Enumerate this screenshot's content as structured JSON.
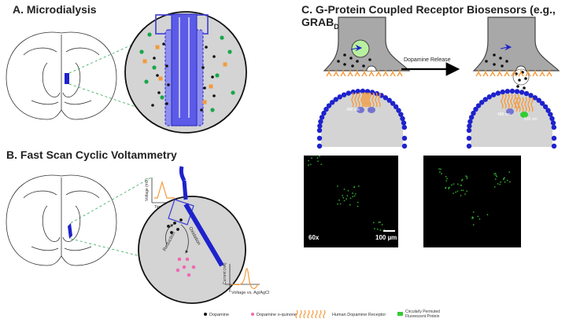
{
  "panels": {
    "a": {
      "title": "A. Microdialysis"
    },
    "b": {
      "title": "B. Fast Scan Cyclic Voltammetry",
      "voltage_axis": "Voltage (mV)",
      "time_axis": "Time(ms)",
      "current_axis": "Current (nA)",
      "voltage_vs": "Voltage vs. Ag/AgCl",
      "oxidation": "Oxidation",
      "reduction": "Reduction"
    },
    "c": {
      "title_main": "C. G-Protein Coupled Receptor Biosensors (e.g., GRAB",
      "title_sub": "DA",
      "title_close": ")",
      "release_label": "Dopamine Release",
      "wavelength_left": "488 nm",
      "wavelength_right_1": "488 nm",
      "wavelength_right_2": "515 nm",
      "magnification": "60x",
      "scale": "100 µm"
    }
  },
  "legend": {
    "dopamine": "Dopamine",
    "quinone": "Dopamine o-quinone",
    "receptor": "Human Dopamine Receptor",
    "protein_1": "Circularly Permuted",
    "protein_2": "Fluorescent Protein"
  },
  "colors": {
    "probe_blue": "#3b3bd6",
    "dot_green": "#1aa64a",
    "dot_orange": "#f59a3a",
    "pink": "#f06ab4",
    "receptor_orange": "#f59a3a",
    "gray": "#d4d4d4",
    "vesicle_green": "#b8f0a0",
    "sensor_green": "#33cc33",
    "membrane_blue": "#1e22cc"
  }
}
